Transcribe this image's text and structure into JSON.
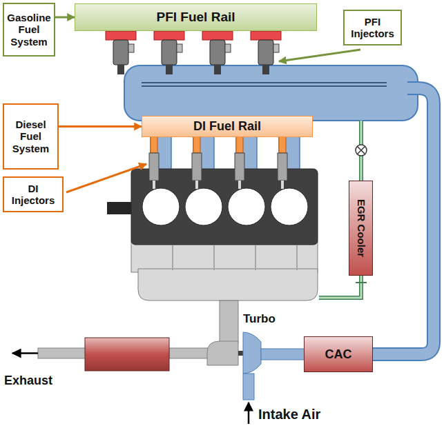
{
  "diagram": {
    "nodes": [
      {
        "text": [
          "Gasoline Fuel System"
        ]
      },
      {
        "text": [
          "PFI Fuel Rail"
        ]
      },
      {
        "text": [
          "PFI Injectors"
        ]
      },
      {
        "text": [
          "Diesel Fuel System"
        ]
      },
      {
        "text": [
          "DI Fuel Rail"
        ]
      },
      {
        "text": [
          "DI Injectors"
        ]
      },
      {
        "text": [
          "EGR Cooler"
        ]
      },
      {
        "text": [
          "CAC"
        ]
      }
    ],
    "edges": [
      {
        "from": 0,
        "to": 1,
        "arrow": "to"
      },
      {
        "from": 3,
        "to": 4,
        "arrow": "to"
      }
    ],
    "labels": [
      "Turbo",
      "Exhaust",
      "Intake Air"
    ]
  }
}
